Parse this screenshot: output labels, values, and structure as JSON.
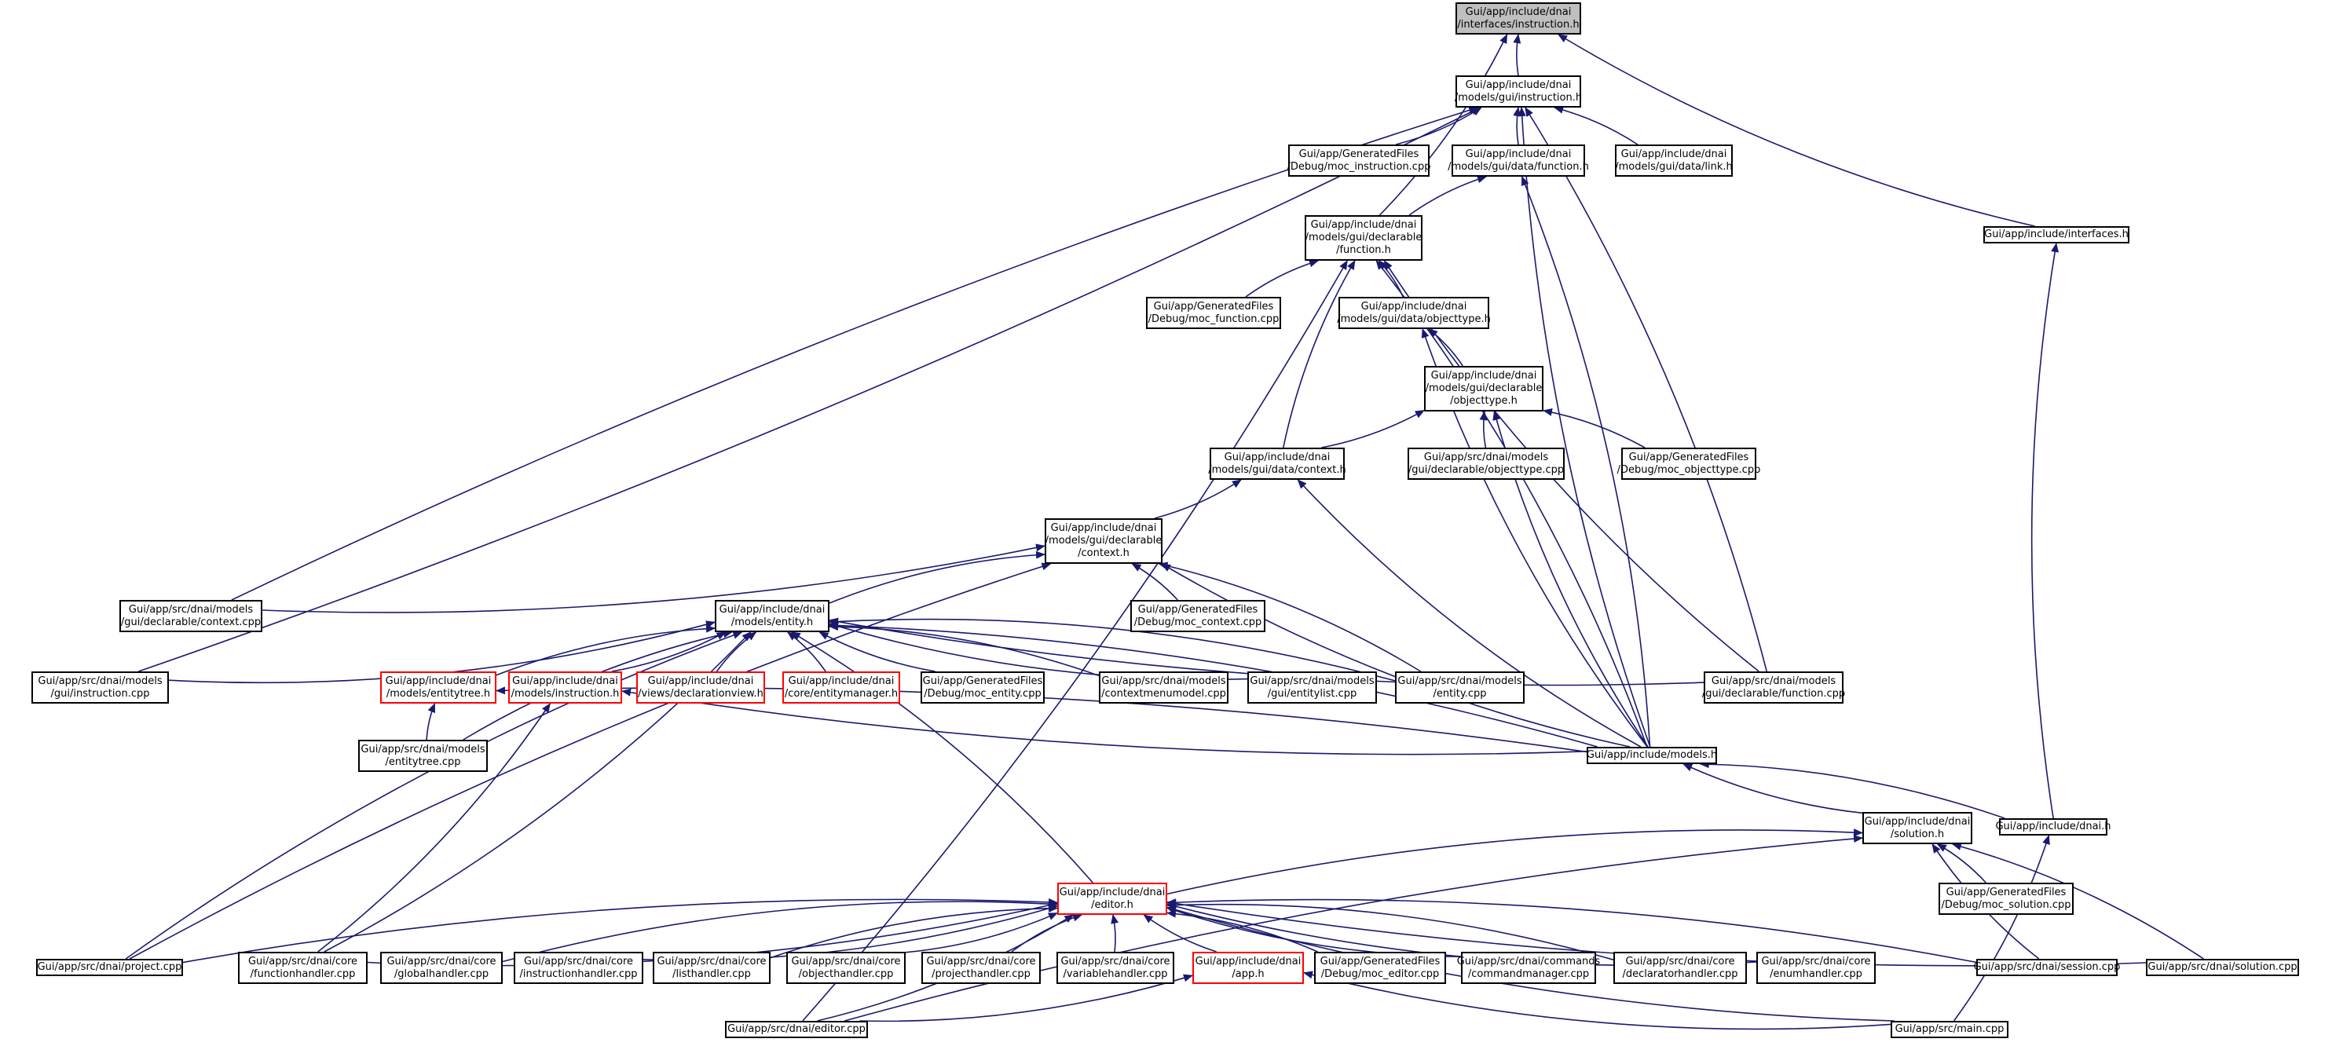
{
  "colors": {
    "edge": "#191970",
    "focus_fill": "#bfbfbf",
    "node_border": "#000000",
    "incomplete_border": "#ff0000"
  },
  "nodes": [
    {
      "id": "instr_if",
      "lines": [
        "Gui/app/include/dnai",
        "/interfaces/instruction.h"
      ],
      "style": "focus"
    },
    {
      "id": "gui_instr",
      "lines": [
        "Gui/app/include/dnai",
        "/models/gui/instruction.h"
      ],
      "style": "normal"
    },
    {
      "id": "moc_instr",
      "lines": [
        "Gui/app/GeneratedFiles",
        "/Debug/moc_instruction.cpp"
      ],
      "style": "normal"
    },
    {
      "id": "data_function",
      "lines": [
        "Gui/app/include/dnai",
        "/models/gui/data/function.h"
      ],
      "style": "normal"
    },
    {
      "id": "data_link",
      "lines": [
        "Gui/app/include/dnai",
        "/models/gui/data/link.h"
      ],
      "style": "normal"
    },
    {
      "id": "decl_function",
      "lines": [
        "Gui/app/include/dnai",
        "/models/gui/declarable",
        "/function.h"
      ],
      "style": "normal"
    },
    {
      "id": "interfaces",
      "lines": [
        "Gui/app/include/interfaces.h"
      ],
      "style": "normal"
    },
    {
      "id": "moc_function",
      "lines": [
        "Gui/app/GeneratedFiles",
        "/Debug/moc_function.cpp"
      ],
      "style": "normal"
    },
    {
      "id": "data_objecttype",
      "lines": [
        "Gui/app/include/dnai",
        "/models/gui/data/objecttype.h"
      ],
      "style": "normal"
    },
    {
      "id": "decl_objecttype",
      "lines": [
        "Gui/app/include/dnai",
        "/models/gui/declarable",
        "/objecttype.h"
      ],
      "style": "normal"
    },
    {
      "id": "data_context",
      "lines": [
        "Gui/app/include/dnai",
        "/models/gui/data/context.h"
      ],
      "style": "normal"
    },
    {
      "id": "objecttype_cpp",
      "lines": [
        "Gui/app/src/dnai/models",
        "/gui/declarable/objecttype.cpp"
      ],
      "style": "normal"
    },
    {
      "id": "moc_objecttype",
      "lines": [
        "Gui/app/GeneratedFiles",
        "/Debug/moc_objecttype.cpp"
      ],
      "style": "normal"
    },
    {
      "id": "decl_context",
      "lines": [
        "Gui/app/include/dnai",
        "/models/gui/declarable",
        "/context.h"
      ],
      "style": "normal"
    },
    {
      "id": "context_cpp",
      "lines": [
        "Gui/app/src/dnai/models",
        "/gui/declarable/context.cpp"
      ],
      "style": "normal"
    },
    {
      "id": "entity_h",
      "lines": [
        "Gui/app/include/dnai",
        "/models/entity.h"
      ],
      "style": "normal"
    },
    {
      "id": "moc_context",
      "lines": [
        "Gui/app/GeneratedFiles",
        "/Debug/moc_context.cpp"
      ],
      "style": "normal"
    },
    {
      "id": "gui_instruction_cpp",
      "lines": [
        "Gui/app/src/dnai/models",
        "/gui/instruction.cpp"
      ],
      "style": "normal"
    },
    {
      "id": "entitytree_h",
      "lines": [
        "Gui/app/include/dnai",
        "/models/entitytree.h"
      ],
      "style": "red"
    },
    {
      "id": "models_instruction_h",
      "lines": [
        "Gui/app/include/dnai",
        "/models/instruction.h"
      ],
      "style": "red"
    },
    {
      "id": "declview",
      "lines": [
        "Gui/app/include/dnai",
        "/views/declarationview.h"
      ],
      "style": "red"
    },
    {
      "id": "entitymanager",
      "lines": [
        "Gui/app/include/dnai",
        "/core/entitymanager.h"
      ],
      "style": "red"
    },
    {
      "id": "moc_entity",
      "lines": [
        "Gui/app/GeneratedFiles",
        "/Debug/moc_entity.cpp"
      ],
      "style": "normal"
    },
    {
      "id": "contextmenumodel",
      "lines": [
        "Gui/app/src/dnai/models",
        "/contextmenumodel.cpp"
      ],
      "style": "normal"
    },
    {
      "id": "entitylist",
      "lines": [
        "Gui/app/src/dnai/models",
        "/gui/entitylist.cpp"
      ],
      "style": "normal"
    },
    {
      "id": "entity_cpp",
      "lines": [
        "Gui/app/src/dnai/models",
        "/entity.cpp"
      ],
      "style": "normal"
    },
    {
      "id": "function_cpp",
      "lines": [
        "Gui/app/src/dnai/models",
        "/gui/declarable/function.cpp"
      ],
      "style": "normal"
    },
    {
      "id": "entitytree_cpp",
      "lines": [
        "Gui/app/src/dnai/models",
        "/entitytree.cpp"
      ],
      "style": "normal"
    },
    {
      "id": "models_h",
      "lines": [
        "Gui/app/include/models.h"
      ],
      "style": "normal"
    },
    {
      "id": "solution_h",
      "lines": [
        "Gui/app/include/dnai",
        "/solution.h"
      ],
      "style": "normal"
    },
    {
      "id": "dnai_h",
      "lines": [
        "Gui/app/include/dnai.h"
      ],
      "style": "normal"
    },
    {
      "id": "editor_h",
      "lines": [
        "Gui/app/include/dnai",
        "/editor.h"
      ],
      "style": "red"
    },
    {
      "id": "moc_solution",
      "lines": [
        "Gui/app/GeneratedFiles",
        "/Debug/moc_solution.cpp"
      ],
      "style": "normal"
    },
    {
      "id": "project_cpp",
      "lines": [
        "Gui/app/src/dnai/project.cpp"
      ],
      "style": "normal"
    },
    {
      "id": "functionhandler",
      "lines": [
        "Gui/app/src/dnai/core",
        "/functionhandler.cpp"
      ],
      "style": "normal"
    },
    {
      "id": "globalhandler",
      "lines": [
        "Gui/app/src/dnai/core",
        "/globalhandler.cpp"
      ],
      "style": "normal"
    },
    {
      "id": "instructionhandler",
      "lines": [
        "Gui/app/src/dnai/core",
        "/instructionhandler.cpp"
      ],
      "style": "normal"
    },
    {
      "id": "listhandler",
      "lines": [
        "Gui/app/src/dnai/core",
        "/listhandler.cpp"
      ],
      "style": "normal"
    },
    {
      "id": "objecthandler",
      "lines": [
        "Gui/app/src/dnai/core",
        "/objecthandler.cpp"
      ],
      "style": "normal"
    },
    {
      "id": "projecthandler",
      "lines": [
        "Gui/app/src/dnai/core",
        "/projecthandler.cpp"
      ],
      "style": "normal"
    },
    {
      "id": "variablehandler",
      "lines": [
        "Gui/app/src/dnai/core",
        "/variablehandler.cpp"
      ],
      "style": "normal"
    },
    {
      "id": "app_h",
      "lines": [
        "Gui/app/include/dnai",
        "/app.h"
      ],
      "style": "red"
    },
    {
      "id": "moc_editor",
      "lines": [
        "Gui/app/GeneratedFiles",
        "/Debug/moc_editor.cpp"
      ],
      "style": "normal"
    },
    {
      "id": "commandmanager",
      "lines": [
        "Gui/app/src/dnai/commands",
        "/commandmanager.cpp"
      ],
      "style": "normal"
    },
    {
      "id": "declaratorhandler",
      "lines": [
        "Gui/app/src/dnai/core",
        "/declaratorhandler.cpp"
      ],
      "style": "normal"
    },
    {
      "id": "enumhandler",
      "lines": [
        "Gui/app/src/dnai/core",
        "/enumhandler.cpp"
      ],
      "style": "normal"
    },
    {
      "id": "session_cpp",
      "lines": [
        "Gui/app/src/dnai/session.cpp"
      ],
      "style": "normal"
    },
    {
      "id": "solution_cpp",
      "lines": [
        "Gui/app/src/dnai/solution.cpp"
      ],
      "style": "normal"
    },
    {
      "id": "editor_cpp",
      "lines": [
        "Gui/app/src/dnai/editor.cpp"
      ],
      "style": "normal"
    },
    {
      "id": "main_cpp",
      "lines": [
        "Gui/app/src/main.cpp"
      ],
      "style": "normal"
    }
  ],
  "edges": [
    [
      "gui_instr",
      "instr_if"
    ],
    [
      "decl_function",
      "instr_if"
    ],
    [
      "interfaces",
      "instr_if"
    ],
    [
      "moc_instr",
      "gui_instr"
    ],
    [
      "data_function",
      "gui_instr"
    ],
    [
      "data_link",
      "gui_instr"
    ],
    [
      "context_cpp",
      "gui_instr"
    ],
    [
      "gui_instruction_cpp",
      "gui_instr"
    ],
    [
      "models_h",
      "gui_instr"
    ],
    [
      "function_cpp",
      "gui_instr"
    ],
    [
      "decl_function",
      "data_function"
    ],
    [
      "models_h",
      "data_function"
    ],
    [
      "moc_function",
      "decl_function"
    ],
    [
      "data_objecttype",
      "decl_function"
    ],
    [
      "data_context",
      "decl_function"
    ],
    [
      "editor_cpp",
      "decl_function"
    ],
    [
      "function_cpp",
      "decl_function"
    ],
    [
      "models_h",
      "decl_function"
    ],
    [
      "dnai_h",
      "interfaces"
    ],
    [
      "decl_objecttype",
      "data_objecttype"
    ],
    [
      "models_h",
      "data_objecttype"
    ],
    [
      "data_context",
      "decl_objecttype"
    ],
    [
      "objecttype_cpp",
      "decl_objecttype"
    ],
    [
      "moc_objecttype",
      "decl_objecttype"
    ],
    [
      "models_h",
      "decl_objecttype"
    ],
    [
      "decl_context",
      "data_context"
    ],
    [
      "models_h",
      "data_context"
    ],
    [
      "context_cpp",
      "decl_context"
    ],
    [
      "entity_h",
      "decl_context"
    ],
    [
      "moc_context",
      "decl_context"
    ],
    [
      "project_cpp",
      "decl_context"
    ],
    [
      "entity_cpp",
      "decl_context"
    ],
    [
      "models_h",
      "decl_context"
    ],
    [
      "gui_instruction_cpp",
      "entity_h"
    ],
    [
      "entitytree_h",
      "entity_h"
    ],
    [
      "models_instruction_h",
      "entity_h"
    ],
    [
      "declview",
      "entity_h"
    ],
    [
      "entitymanager",
      "entity_h"
    ],
    [
      "moc_entity",
      "entity_h"
    ],
    [
      "contextmenumodel",
      "entity_h"
    ],
    [
      "entitylist",
      "entity_h"
    ],
    [
      "entity_cpp",
      "entity_h"
    ],
    [
      "function_cpp",
      "entity_h"
    ],
    [
      "models_h",
      "entity_h"
    ],
    [
      "entitytree_cpp",
      "entity_h"
    ],
    [
      "editor_h",
      "entity_h"
    ],
    [
      "project_cpp",
      "entity_h"
    ],
    [
      "functionhandler",
      "entity_h"
    ],
    [
      "entitytree_cpp",
      "entitytree_h"
    ],
    [
      "models_h",
      "entitytree_h"
    ],
    [
      "models_h",
      "models_instruction_h"
    ],
    [
      "functionhandler",
      "models_instruction_h"
    ],
    [
      "solution_h",
      "models_h"
    ],
    [
      "dnai_h",
      "models_h"
    ],
    [
      "editor_h",
      "solution_h"
    ],
    [
      "moc_solution",
      "solution_h"
    ],
    [
      "session_cpp",
      "solution_h"
    ],
    [
      "solution_cpp",
      "solution_h"
    ],
    [
      "editor_cpp",
      "solution_h"
    ],
    [
      "main_cpp",
      "dnai_h"
    ],
    [
      "project_cpp",
      "editor_h"
    ],
    [
      "functionhandler",
      "editor_h"
    ],
    [
      "globalhandler",
      "editor_h"
    ],
    [
      "instructionhandler",
      "editor_h"
    ],
    [
      "listhandler",
      "editor_h"
    ],
    [
      "objecthandler",
      "editor_h"
    ],
    [
      "projecthandler",
      "editor_h"
    ],
    [
      "variablehandler",
      "editor_h"
    ],
    [
      "app_h",
      "editor_h"
    ],
    [
      "moc_editor",
      "editor_h"
    ],
    [
      "commandmanager",
      "editor_h"
    ],
    [
      "declaratorhandler",
      "editor_h"
    ],
    [
      "enumhandler",
      "editor_h"
    ],
    [
      "session_cpp",
      "editor_h"
    ],
    [
      "solution_cpp",
      "editor_h"
    ],
    [
      "editor_cpp",
      "editor_h"
    ],
    [
      "main_cpp",
      "editor_h"
    ],
    [
      "editor_cpp",
      "app_h"
    ],
    [
      "main_cpp",
      "app_h"
    ]
  ]
}
